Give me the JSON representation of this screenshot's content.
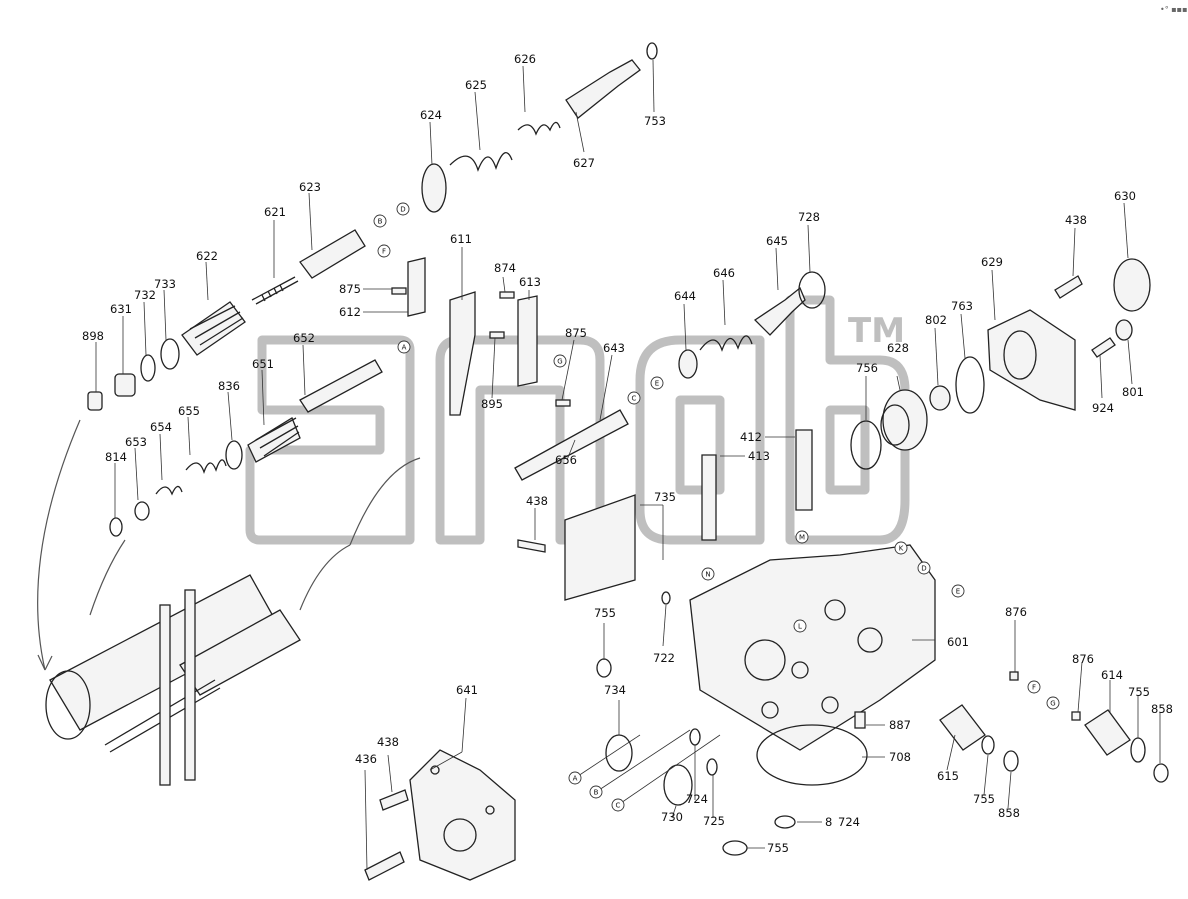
{
  "header": {
    "corner_mark": "•° ▪▪▪"
  },
  "watermark": {
    "trademark": "TM"
  },
  "callouts": {
    "c898": "898",
    "c631": "631",
    "c732": "732",
    "c733": "733",
    "c622": "622",
    "c621": "621",
    "c623": "623",
    "c624": "624",
    "c625": "625",
    "c626": "626",
    "c627": "627",
    "c753": "753",
    "c875a": "875",
    "c612": "612",
    "c611": "611",
    "c874": "874",
    "c613": "613",
    "c875b": "875",
    "c643": "643",
    "c652": "652",
    "c651": "651",
    "c836": "836",
    "c655": "655",
    "c654": "654",
    "c653": "653",
    "c814": "814",
    "c895": "895",
    "c644": "644",
    "c646": "646",
    "c645": "645",
    "c728": "728",
    "c656": "656",
    "c438a": "438",
    "c735": "735",
    "c412": "412",
    "c413": "413",
    "c756": "756",
    "c628": "628",
    "c802": "802",
    "c763": "763",
    "c629": "629",
    "c438b": "438",
    "c630": "630",
    "c924": "924",
    "c801": "801",
    "c755a": "755",
    "c722": "722",
    "c601": "601",
    "c876a": "876",
    "c876b": "876",
    "c614": "614",
    "c755b": "755",
    "c858a": "858",
    "c641": "641",
    "c734": "734",
    "c887": "887",
    "c708": "708",
    "c615": "615",
    "c755c": "755",
    "c858b": "858",
    "c438c": "438",
    "c436": "436",
    "c730": "730",
    "c724a": "724",
    "c725": "725",
    "c8724": "8",
    "c724b": "724",
    "c755d": "755"
  },
  "refs": {
    "rA1": "A",
    "rB1": "B",
    "rC1": "C",
    "rD1": "D",
    "rE1": "E",
    "rF1": "F",
    "rG1": "G",
    "rN": "N",
    "rM": "M",
    "rK": "K",
    "rL": "L",
    "rD2": "D",
    "rE2": "E",
    "rF2": "F",
    "rG2": "G",
    "rA2": "A",
    "rB2": "B",
    "rC2": "C"
  }
}
